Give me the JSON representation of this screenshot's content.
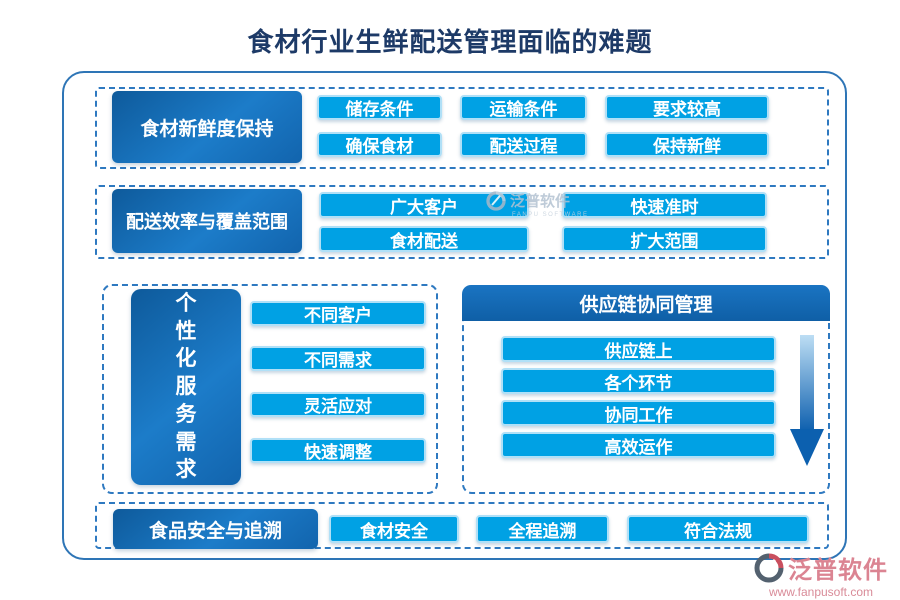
{
  "title": "食材行业生鲜配送管理面临的难题",
  "sections": {
    "freshness": {
      "label": "食材新鲜度保持",
      "items": [
        "储存条件",
        "运输条件",
        "要求较高",
        "确保食材",
        "配送过程",
        "保持新鲜"
      ]
    },
    "efficiency": {
      "label": "配送效率与覆盖范围",
      "items": [
        "广大客户",
        "快速准时",
        "食材配送",
        "扩大范围"
      ]
    },
    "personalized": {
      "label": "个性化服务需求",
      "items": [
        "不同客户",
        "不同需求",
        "灵活应对",
        "快速调整"
      ]
    },
    "supply_chain": {
      "label": "供应链协同管理",
      "items": [
        "供应链上",
        "各个环节",
        "协同工作",
        "高效运作"
      ]
    },
    "safety": {
      "label": "食品安全与追溯",
      "items": [
        "食材安全",
        "全程追溯",
        "符合法规"
      ]
    }
  },
  "watermark": {
    "brand": "泛普软件",
    "subtitle": "FANPU SOFTWARE"
  },
  "logo": {
    "brand": "泛普软件",
    "website": "www.fanpusoft.com"
  },
  "colors": {
    "accent_bright": "#00a1e4",
    "accent_dark": "#0e5a9b",
    "dashed_border": "#2e79c0",
    "frame_border": "#2e75b6",
    "title_text": "#1d3a67",
    "logo_rose": "#db8492"
  }
}
